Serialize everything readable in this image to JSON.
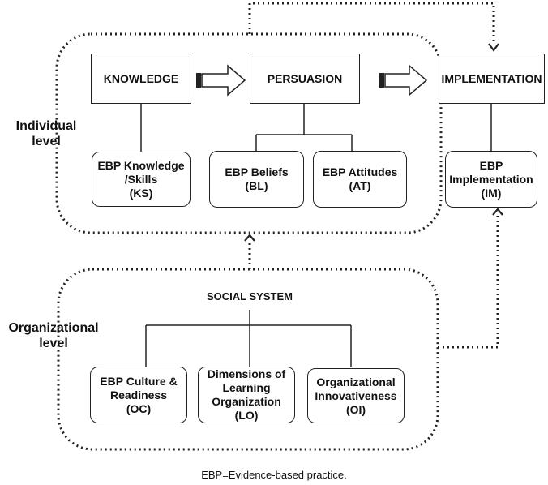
{
  "levels": {
    "individual": "Individual\nlevel",
    "organizational": "Organizational\nlevel"
  },
  "stages": {
    "knowledge": "KNOWLEDGE",
    "persuasion": "PERSUASION",
    "implementation": "IMPLEMENTATION"
  },
  "constructs": {
    "ks": "EBP Knowledge\n/Skills\n(KS)",
    "bl": "EBP Beliefs\n(BL)",
    "at": "EBP Attitudes\n(AT)",
    "im": "EBP\nImplementation\n(IM)"
  },
  "social_system": {
    "title": "SOCIAL SYSTEM",
    "oc": "EBP Culture &\nReadiness\n(OC)",
    "lo": "Dimensions of\nLearning\nOrganization\n(LO)",
    "oi": "Organizational\nInnovativeness\n(OI)"
  },
  "footnote": "EBP=Evidence-based practice."
}
